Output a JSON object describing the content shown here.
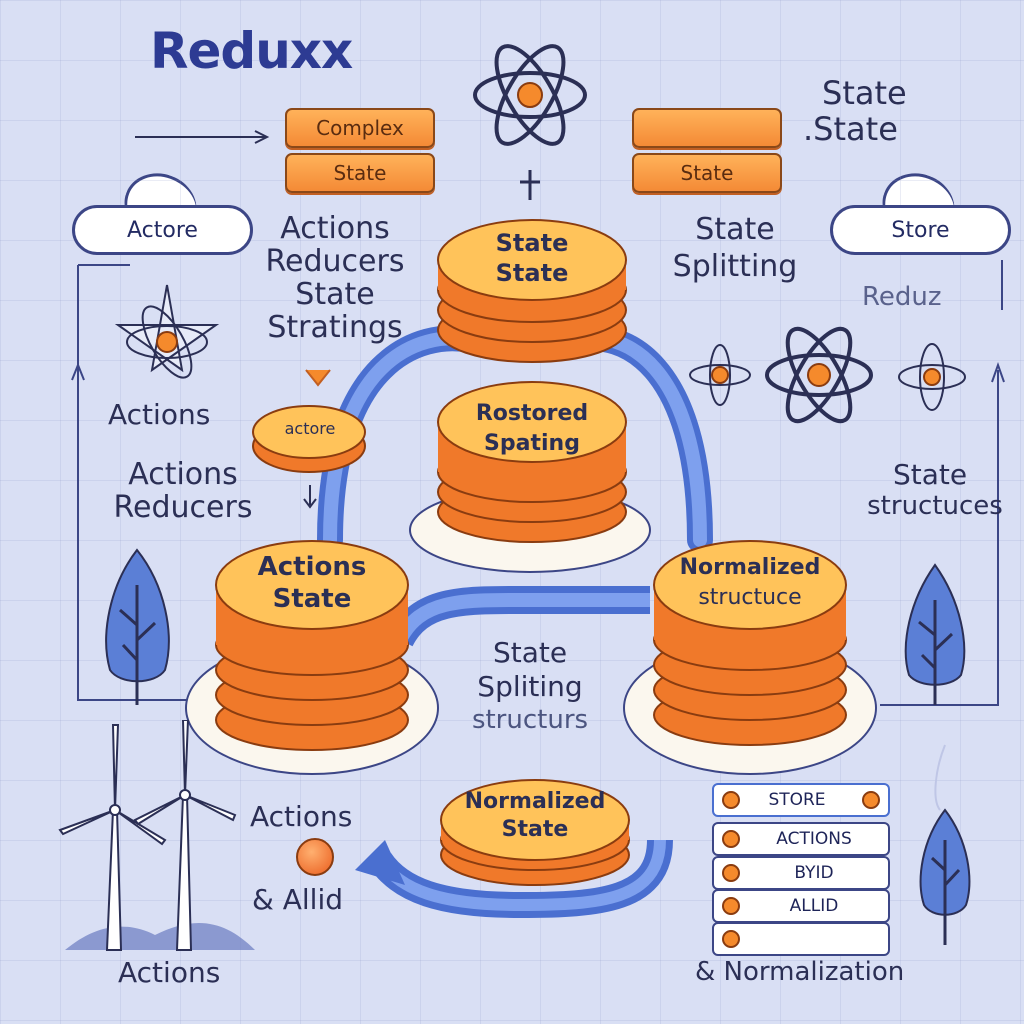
{
  "title": "Reduxx",
  "top_bars_left": [
    "Complex",
    "State"
  ],
  "top_bars_right": [
    "",
    "State"
  ],
  "top_right_label": [
    "State",
    ".State"
  ],
  "cloud_left": "Actore",
  "cloud_right": "Store",
  "left_labels": {
    "stack1": [
      "Actions",
      "Reducers",
      "State",
      "Stratings"
    ],
    "actions": "Actions",
    "stack2": [
      "Actions",
      "Reducers"
    ],
    "pill": "actore",
    "bottom_actions": "Actions",
    "bottom_allid": "& Allid",
    "footer_left": "Actions"
  },
  "center_labels": {
    "state_splitting_top": [
      "State",
      "Splitting"
    ],
    "reduz": "Reduz",
    "state_structures_right": [
      "State",
      "structuces"
    ],
    "middle_text": [
      "State",
      "Spliting",
      "structurs"
    ]
  },
  "stacks": {
    "top": [
      "State",
      "State"
    ],
    "middle": [
      "Rostored",
      "Spating"
    ],
    "left": [
      "Actions",
      "State"
    ],
    "right": [
      "Normalized",
      "structuce"
    ],
    "bottom": [
      "Normalized",
      "State"
    ]
  },
  "list": [
    "STORE",
    "ACTIONS",
    "BYID",
    "ALLID",
    ""
  ],
  "footer_right": "& Normalization",
  "colors": {
    "background": "#d9dff4",
    "orange": "#f48a36",
    "blue": "#5b7fd6",
    "text": "#2b2f55"
  }
}
